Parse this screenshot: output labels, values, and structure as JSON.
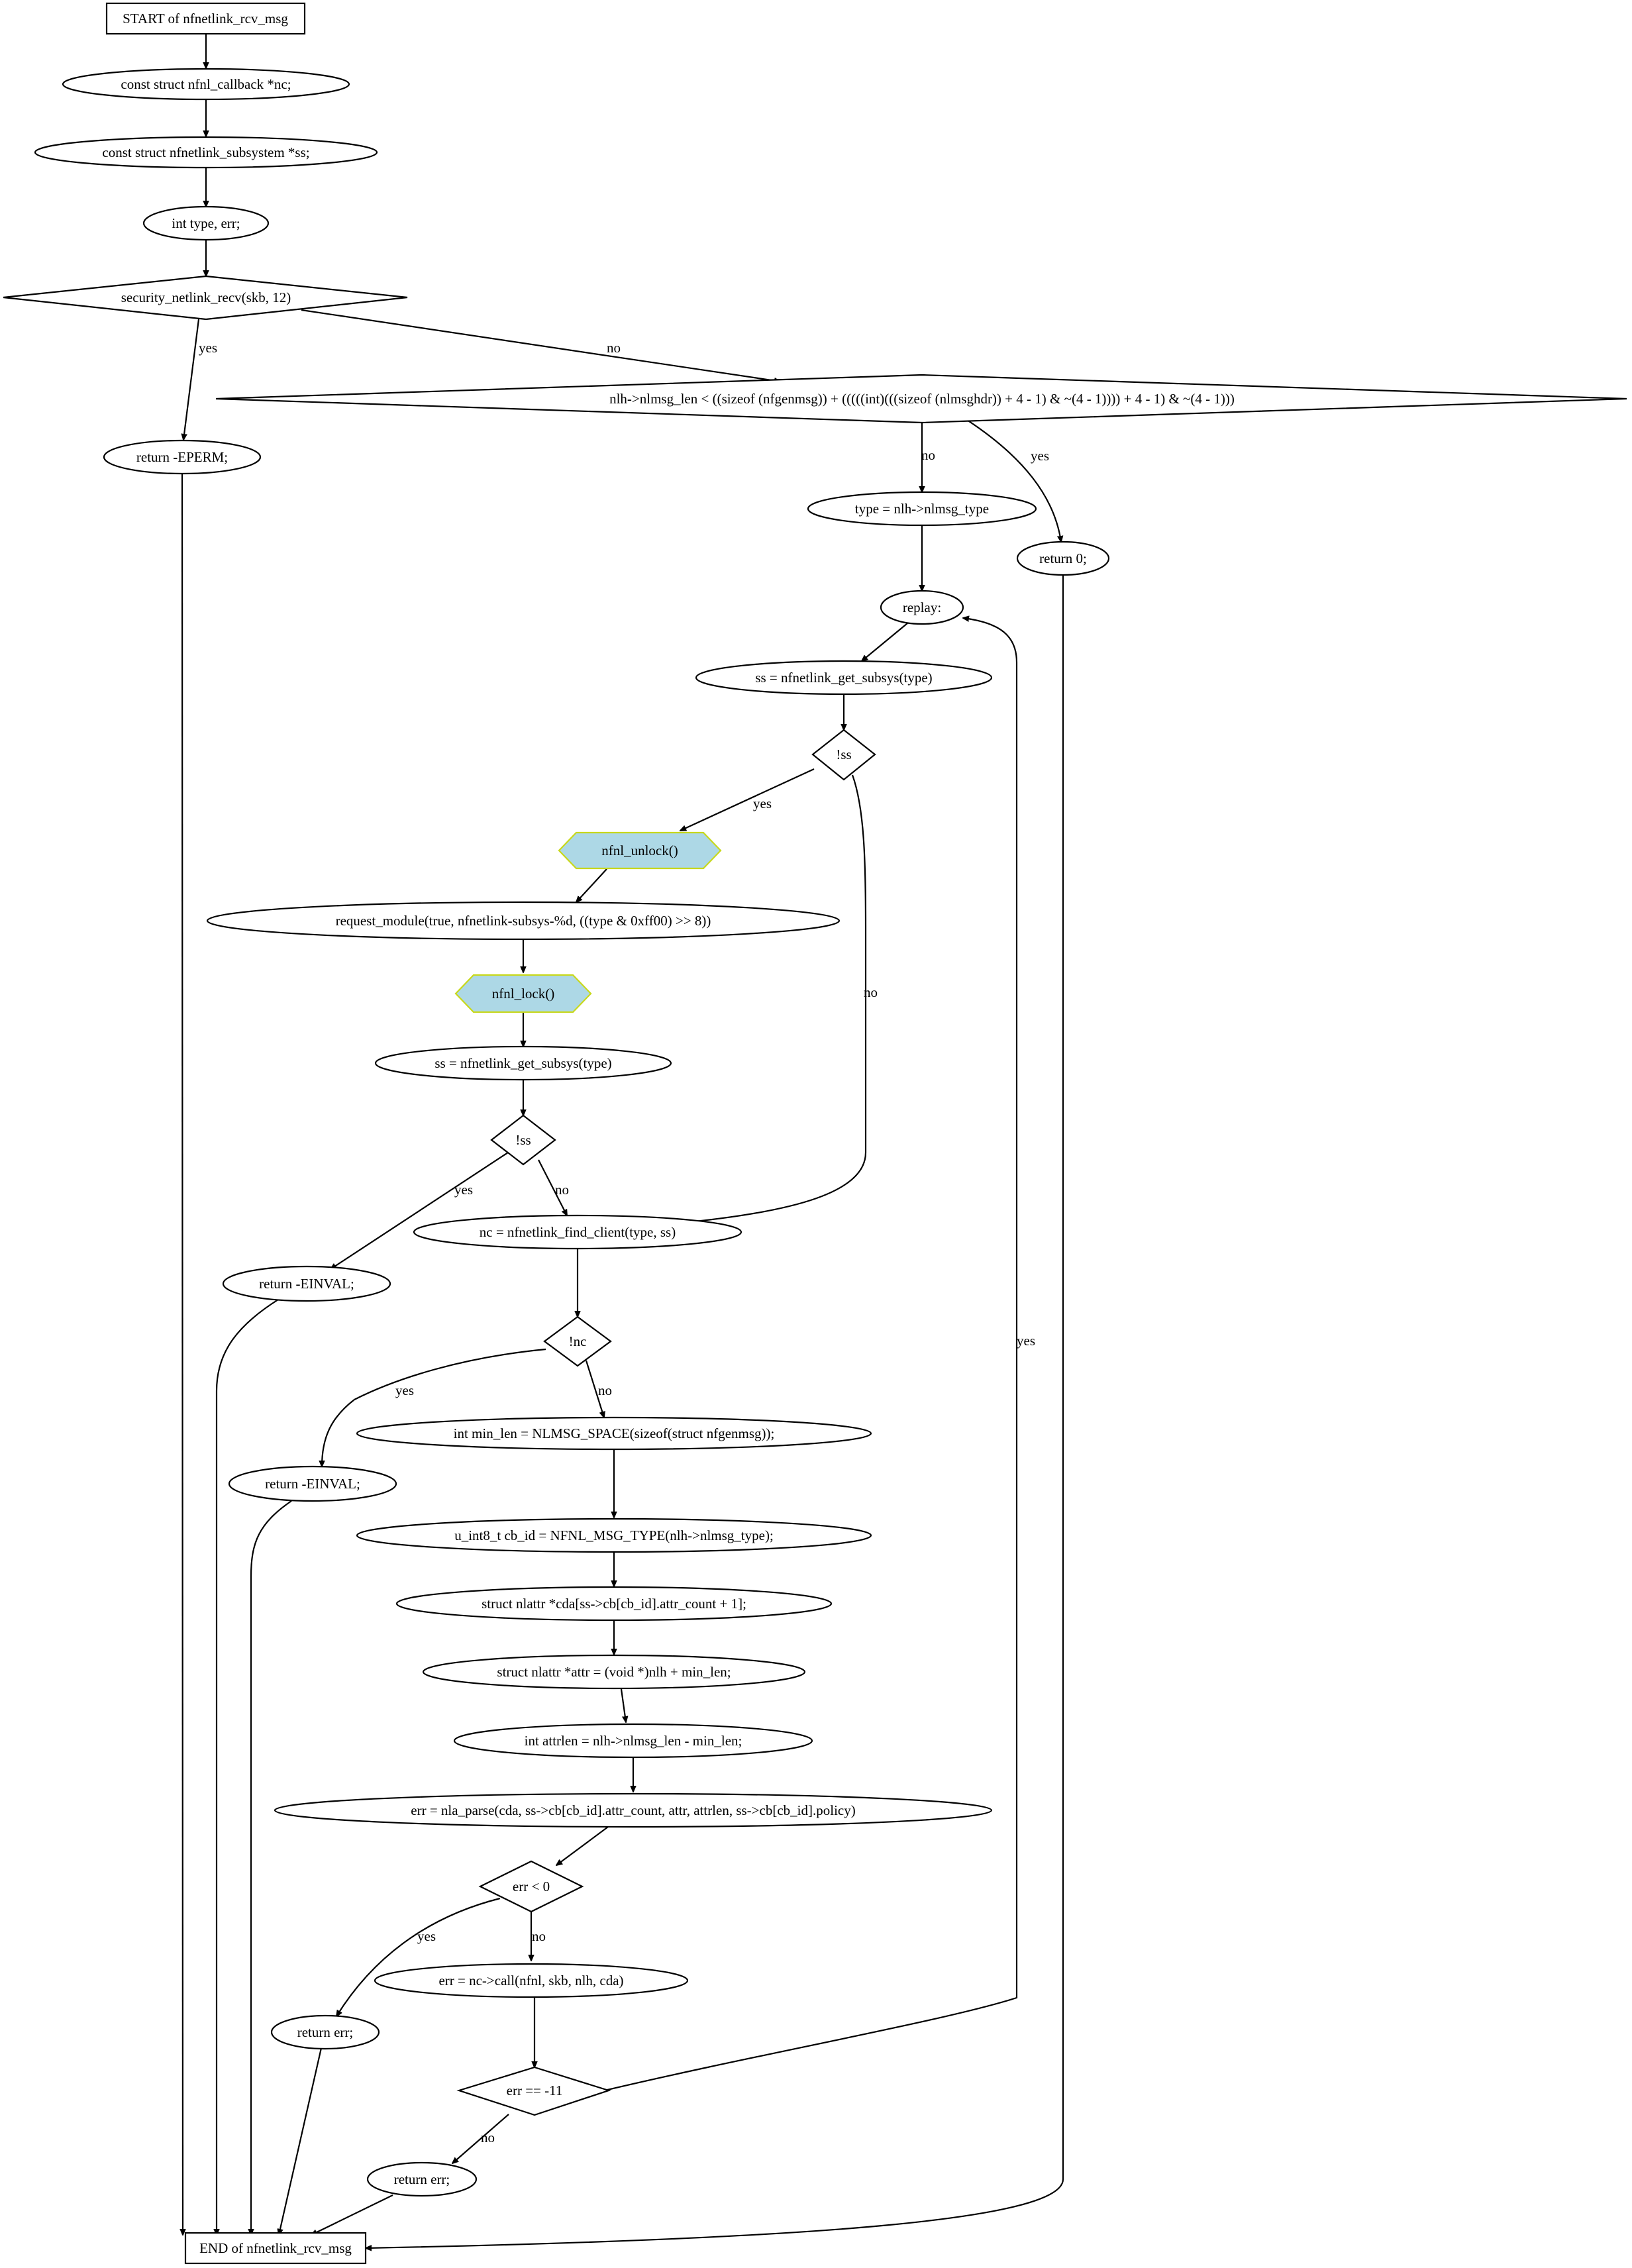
{
  "nodes": {
    "start": "START of nfnetlink_rcv_msg",
    "decl_nc": "const struct nfnl_callback *nc;",
    "decl_ss": "const struct nfnetlink_subsystem *ss;",
    "decl_type": "int type, err;",
    "security_check": "security_netlink_recv(skb, 12)",
    "return_eperm": "return -EPERM;",
    "len_check": "nlh->nlmsg_len < ((sizeof (nfgenmsg)) + (((((int)(((sizeof (nlmsghdr)) + 4 - 1) & ~(4 - 1)))) + 4 - 1) & ~(4 - 1)))",
    "assign_type": "type = nlh->nlmsg_type",
    "return_zero": "return 0;",
    "replay": "replay:",
    "get_subsys_1": "ss = nfnetlink_get_subsys(type)",
    "not_ss_1": "!ss",
    "unlock": "nfnl_unlock()",
    "request_module": "request_module(true, nfnetlink-subsys-%d, ((type & 0xff00) >> 8))",
    "lock": "nfnl_lock()",
    "get_subsys_2": "ss = nfnetlink_get_subsys(type)",
    "not_ss_2": "!ss",
    "return_einval_1": "return -EINVAL;",
    "find_client": "nc = nfnetlink_find_client(type, ss)",
    "not_nc": "!nc",
    "return_einval_2": "return -EINVAL;",
    "min_len": "int min_len = NLMSG_SPACE(sizeof(struct nfgenmsg));",
    "cb_id": "u_int8_t cb_id = NFNL_MSG_TYPE(nlh->nlmsg_type);",
    "cda": "struct nlattr *cda[ss->cb[cb_id].attr_count + 1];",
    "attr": "struct nlattr *attr = (void *)nlh + min_len;",
    "attrlen": "int attrlen = nlh->nlmsg_len - min_len;",
    "nla_parse": "err = nla_parse(cda, ss->cb[cb_id].attr_count, attr, attrlen, ss->cb[cb_id].policy)",
    "err_lt_zero": "err < 0",
    "return_err_1": "return err;",
    "nc_call": "err = nc->call(nfnl, skb, nlh, cda)",
    "err_eq_eagain": "err == -11",
    "return_err_2": "return err;",
    "end": "END of nfnetlink_rcv_msg"
  },
  "edge_labels": {
    "yes": "yes",
    "no": "no"
  },
  "colors": {
    "lock_fill": "#add8e6",
    "lock_stroke": "#c8d81c",
    "stroke": "#000000",
    "background": "#ffffff"
  }
}
